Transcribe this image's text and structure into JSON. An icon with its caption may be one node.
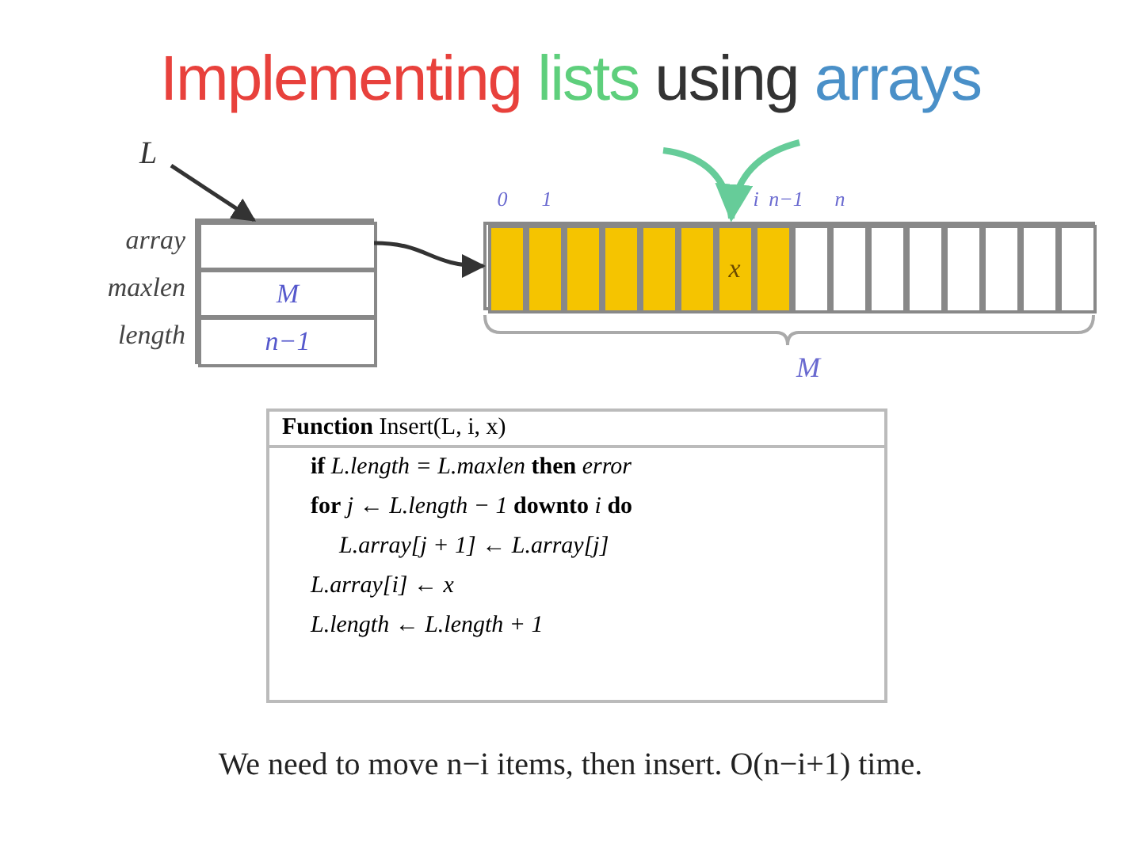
{
  "diagram": {
    "title": "Implementing lists using arrays",
    "caption": "We need to move n−i items, then insert. O(n−i+1) time.",
    "nodes": [
      {
        "text": [
          "L"
        ]
      },
      {
        "text": [],
        "shape": "box"
      },
      {
        "text": [],
        "shape": "box",
        "in": 1,
        "beside": [
          "array"
        ]
      },
      {
        "text": [
          "M"
        ],
        "in": 1,
        "beside": [
          "maxlen"
        ]
      },
      {
        "text": [
          "n−1"
        ],
        "in": 1,
        "beside": [
          "length"
        ]
      },
      {
        "text": [],
        "shape": "box"
      },
      {
        "text": [],
        "shape": "box",
        "in": 5
      },
      {
        "text": [],
        "shape": "box",
        "in": 5
      },
      {
        "text": [],
        "shape": "box",
        "in": 5
      },
      {
        "text": [],
        "shape": "box",
        "in": 5
      },
      {
        "text": [],
        "shape": "box",
        "in": 5
      },
      {
        "text": [],
        "shape": "box",
        "in": 5
      },
      {
        "text": [
          "x"
        ],
        "in": 5
      },
      {
        "text": [],
        "shape": "box",
        "in": 5
      },
      {
        "text": [],
        "shape": "box",
        "in": 5
      },
      {
        "text": [],
        "shape": "box",
        "in": 5
      },
      {
        "text": [],
        "shape": "box",
        "in": 5
      },
      {
        "text": [],
        "shape": "box",
        "in": 5
      },
      {
        "text": [],
        "shape": "box",
        "in": 5
      },
      {
        "text": [],
        "shape": "box",
        "in": 5
      },
      {
        "text": [],
        "shape": "box",
        "in": 5
      },
      {
        "text": [],
        "shape": "box",
        "in": 5
      },
      {
        "text": [
          "**Function** Insert(L, i, x)",
          "**if** L.length = L.maxlen **then** error",
          "**for** j ← L.length − 1 **downto** i **do**",
          "L.array[j + 1] ← L.array[j]",
          "L.array[i] ← x",
          "L.length ← L.length + 1"
        ]
      }
    ],
    "edges": [
      {
        "from": 0,
        "to": 2,
        "arrow": "to"
      },
      {
        "from": 2,
        "to": 5,
        "arrow": "to"
      },
      {
        "from": null,
        "to": 12,
        "arrow": "to",
        "color": "#66cc99"
      }
    ],
    "labels": [
      "0",
      "1",
      "i",
      "n−1",
      "n",
      "M"
    ]
  }
}
